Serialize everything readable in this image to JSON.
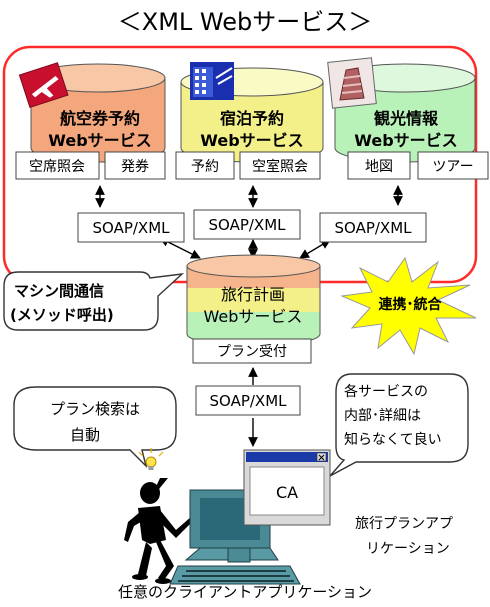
{
  "title": "＜XML Webサービス＞",
  "services": [
    {
      "name_line1": "航空券予約",
      "name_line2": "Webサービス",
      "ops": [
        "空席照会",
        "発券"
      ],
      "color": "#f4a67c",
      "top_color": "#f8c7a6"
    },
    {
      "name_line1": "宿泊予約",
      "name_line2": "Webサービス",
      "ops": [
        "予約",
        "空室照会"
      ],
      "color": "#f3f08a",
      "top_color": "#fafbc4"
    },
    {
      "name_line1": "観光情報",
      "name_line2": "Webサービス",
      "ops": [
        "地図",
        "ツアー"
      ],
      "color": "#b9f2b9",
      "top_color": "#ddf8dd"
    }
  ],
  "soap_label": "SOAP/XML",
  "planner": {
    "line1": "旅行計画",
    "line2": "Webサービス",
    "op": "プラン受付"
  },
  "bubble_m2m": {
    "line1": "マシン間通信",
    "line2": "(メソッド呼出)"
  },
  "burst_label": "連携･統合",
  "bubble_auto": {
    "line1": "プラン検索は",
    "line2": "自動"
  },
  "bubble_details": {
    "line1": "各サービスの",
    "line2": "内部･詳細は",
    "line3": "知らなくて良い"
  },
  "ca_label": "CA",
  "app_caption": {
    "line1": "旅行プランアプ",
    "line2": "リケーション"
  },
  "client_caption": "任意のクライアントアプリケーション",
  "colors": {
    "frame": "#ff2a2a",
    "planner_band_top": "#f6b48c",
    "planner_band_mid": "#f3f08a",
    "planner_band_bot": "#b9f2b9",
    "burst": "#ffff00",
    "window_title": "#1a3aa8",
    "monitor": "#4a8a94"
  }
}
